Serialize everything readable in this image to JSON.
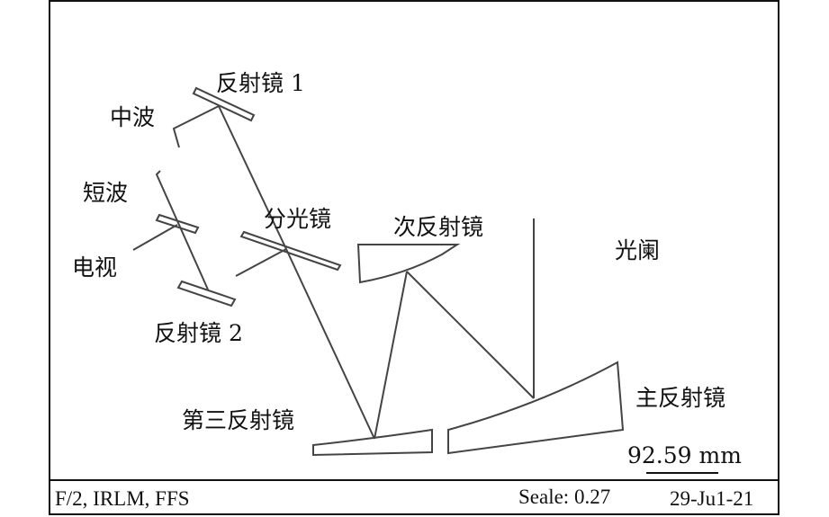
{
  "labels": {
    "mirror1": "反射镜 1",
    "mediumwave": "中波",
    "shortwave": "短波",
    "tv": "电视",
    "splitter": "分光镜",
    "mirror2": "反射镜 2",
    "secondary": "次反射镜",
    "stop": "光阑",
    "primary": "主反射镜",
    "tertiary": "第三反射镜",
    "scalebar": "92.59 mm"
  },
  "footer": {
    "spec": "F/2, IRLM, FFS",
    "scale": "Seale: 0.27",
    "date": "29-Ju1-21"
  },
  "colors": {
    "ink": "#111111",
    "line": "#444444"
  }
}
